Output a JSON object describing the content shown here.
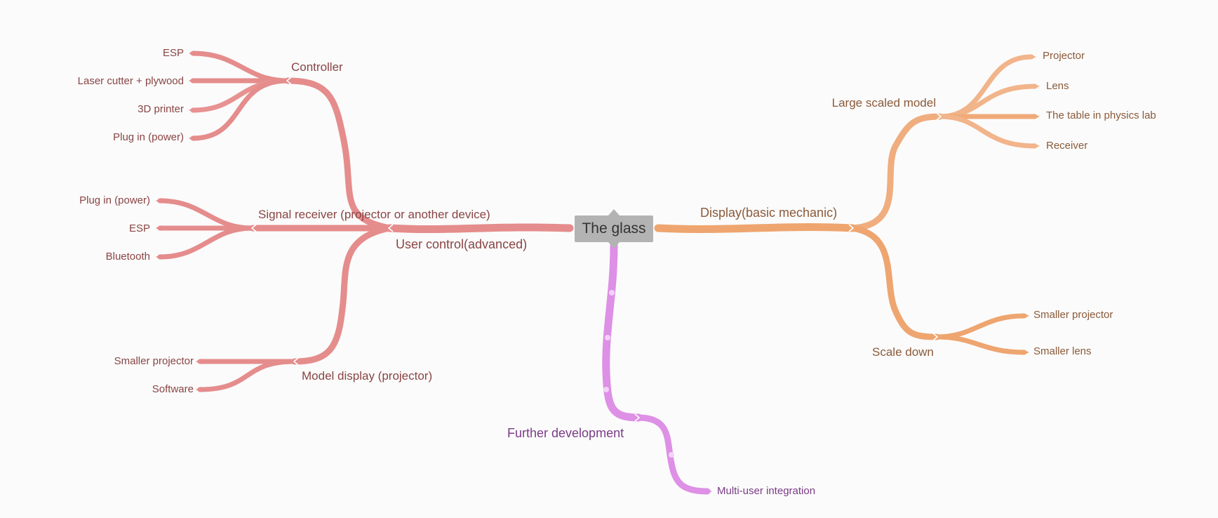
{
  "colors": {
    "user_branch": "#e58c8c",
    "display_branch": "#eea56f",
    "display_light": "#f2b48a",
    "development_branch": "#dd90e6",
    "root_fill": "#b3b3b3"
  },
  "root": {
    "label": "The glass"
  },
  "branches": {
    "user_control": {
      "label": "User control(advanced)",
      "controller": {
        "label": "Controller",
        "items": [
          "ESP",
          "Laser cutter + plywood",
          "3D printer",
          "Plug in (power)"
        ]
      },
      "signal_receiver": {
        "label": "Signal receiver (projector or another device)",
        "items": [
          "Plug in (power)",
          "ESP",
          "Bluetooth"
        ]
      },
      "model_display": {
        "label": "Model display (projector)",
        "items": [
          "Smaller projector",
          "Software"
        ]
      }
    },
    "display": {
      "label": "Display(basic mechanic)",
      "large_model": {
        "label": "Large scaled model",
        "items": [
          "Projector",
          "Lens",
          "The table in physics lab",
          "Receiver"
        ]
      },
      "scale_down": {
        "label": "Scale down",
        "items": [
          "Smaller projector",
          "Smaller lens"
        ]
      }
    },
    "development": {
      "label": "Further development",
      "items": [
        "Multi-user integration"
      ]
    }
  }
}
